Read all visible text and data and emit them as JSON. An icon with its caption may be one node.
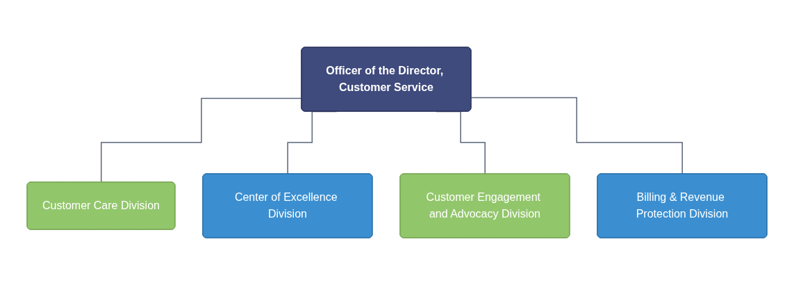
{
  "diagram": {
    "nodes": [
      {
        "text": [
          "Officer of the Director, Customer Service"
        ]
      },
      {
        "text": [
          "Customer Care Division"
        ]
      },
      {
        "text": [
          "Center of Excellence Division"
        ]
      },
      {
        "text": [
          "Customer Engagement and Advocacy Division"
        ]
      },
      {
        "text": [
          "Billing & Revenue Protection Division"
        ]
      }
    ],
    "edges": [
      {
        "from": 0,
        "to": 1,
        "arrow": "none"
      },
      {
        "from": 0,
        "to": 2,
        "arrow": "none"
      },
      {
        "from": 0,
        "to": 3,
        "arrow": "none"
      },
      {
        "from": 0,
        "to": 4,
        "arrow": "none"
      }
    ]
  }
}
